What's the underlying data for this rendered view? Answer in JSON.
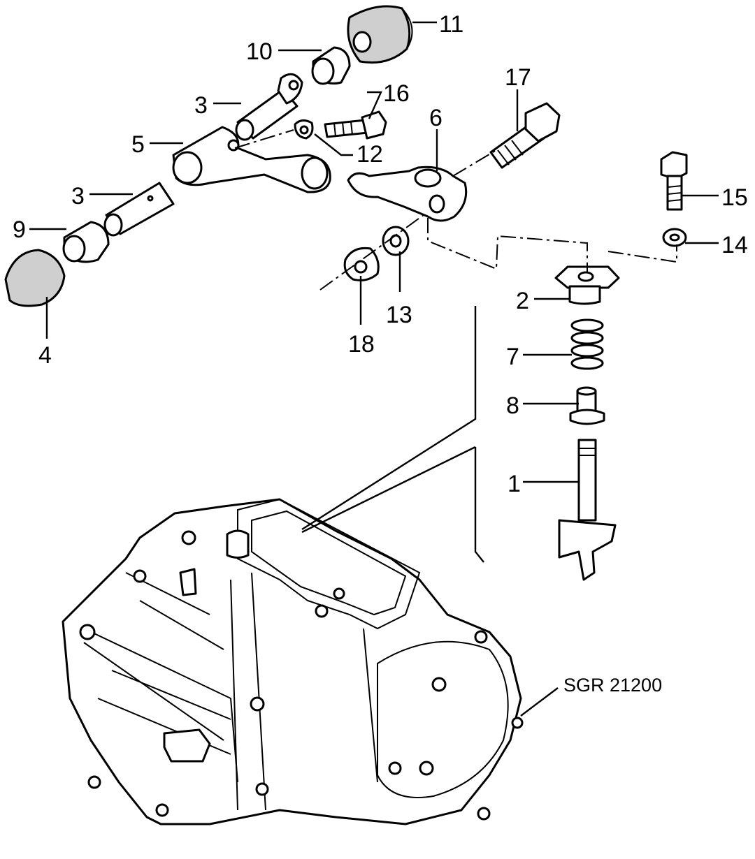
{
  "diagram": {
    "reference_code": "SGR 21200",
    "callouts": [
      {
        "id": "c1",
        "text": "1"
      },
      {
        "id": "c2",
        "text": "2"
      },
      {
        "id": "c3a",
        "text": "3"
      },
      {
        "id": "c3b",
        "text": "3"
      },
      {
        "id": "c4",
        "text": "4"
      },
      {
        "id": "c5",
        "text": "5"
      },
      {
        "id": "c6",
        "text": "6"
      },
      {
        "id": "c7",
        "text": "7"
      },
      {
        "id": "c8",
        "text": "8"
      },
      {
        "id": "c9",
        "text": "9"
      },
      {
        "id": "c10",
        "text": "10"
      },
      {
        "id": "c11",
        "text": "11"
      },
      {
        "id": "c12",
        "text": "12"
      },
      {
        "id": "c13",
        "text": "13"
      },
      {
        "id": "c14",
        "text": "14"
      },
      {
        "id": "c15",
        "text": "15"
      },
      {
        "id": "c16",
        "text": "16"
      },
      {
        "id": "c17",
        "text": "17"
      },
      {
        "id": "c18",
        "text": "18"
      }
    ]
  }
}
